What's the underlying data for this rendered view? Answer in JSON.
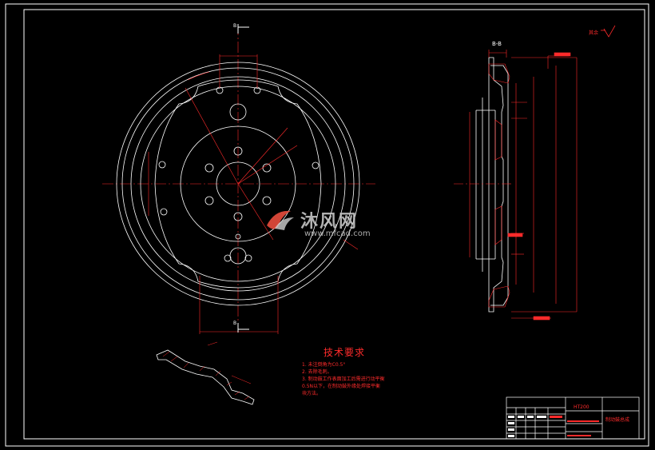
{
  "watermark": {
    "name_cn": "沐风网",
    "url": "www.mfcad.com"
  },
  "section_view": {
    "label": "B-B"
  },
  "cut_mark": {
    "letter": "B"
  },
  "roughness_note": "其余",
  "tech_requirements": {
    "title": "技术要求",
    "items": [
      "1. 未注倒角为C0.5°",
      "2. 去除毛刺。",
      "3. 制动鼓工作表面加工后需进行动平衡",
      "   0.5N以下，在制动鼓外缘处焊接平衡",
      "   块方法。"
    ]
  },
  "title_block": {
    "material": "HT200",
    "part_name": "制动鼓总成"
  },
  "colors": {
    "background": "#000000",
    "line": "#ffffff",
    "dimension": "#ff2b2b",
    "watermark_accent": "#e84c3d"
  }
}
